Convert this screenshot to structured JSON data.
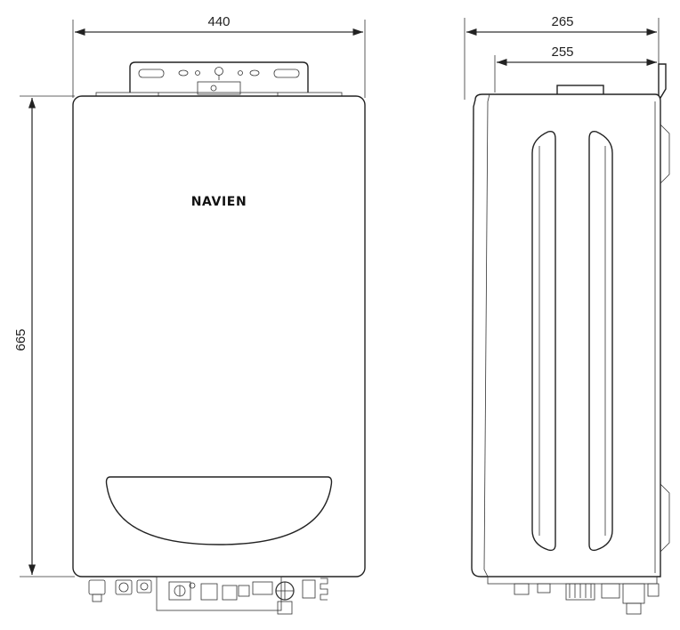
{
  "dimensions": {
    "front_width": "440",
    "front_height": "665",
    "side_depth_total": "265",
    "side_depth_body": "255"
  },
  "brand": {
    "logo_text": "NAVIEN"
  },
  "colors": {
    "line": "#333333",
    "background": "#ffffff"
  }
}
